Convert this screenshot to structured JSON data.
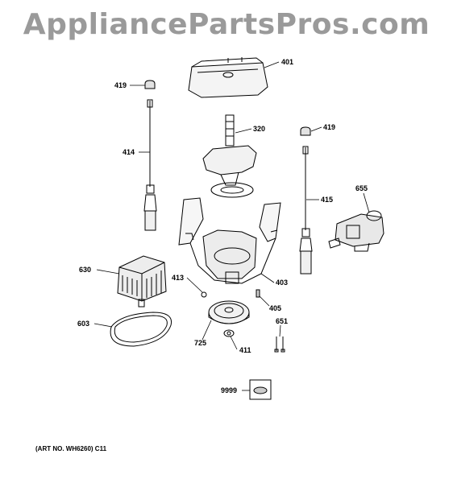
{
  "watermark": "AppliancePartsPros.com",
  "art_number": "(ART NO. WH6260) C11",
  "parts": [
    {
      "id": "p401",
      "label": "401"
    },
    {
      "id": "p419a",
      "label": "419"
    },
    {
      "id": "p320",
      "label": "320"
    },
    {
      "id": "p419b",
      "label": "419"
    },
    {
      "id": "p414",
      "label": "414"
    },
    {
      "id": "p415",
      "label": "415"
    },
    {
      "id": "p655",
      "label": "655"
    },
    {
      "id": "p630",
      "label": "630"
    },
    {
      "id": "p413",
      "label": "413"
    },
    {
      "id": "p403",
      "label": "403"
    },
    {
      "id": "p405",
      "label": "405"
    },
    {
      "id": "p603",
      "label": "603"
    },
    {
      "id": "p651",
      "label": "651"
    },
    {
      "id": "p725",
      "label": "725"
    },
    {
      "id": "p411",
      "label": "411"
    },
    {
      "id": "p9999",
      "label": "9999"
    }
  ]
}
